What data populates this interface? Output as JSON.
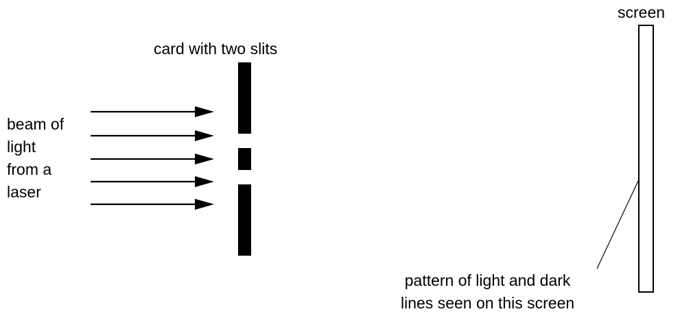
{
  "labels": {
    "beam": [
      "beam of",
      "light",
      "from a",
      "laser"
    ],
    "card": "card with two slits",
    "screen": "screen",
    "pattern": [
      "pattern of light and dark",
      "lines seen on this screen"
    ]
  },
  "colors": {
    "ink": "#000000",
    "background": "#ffffff"
  }
}
